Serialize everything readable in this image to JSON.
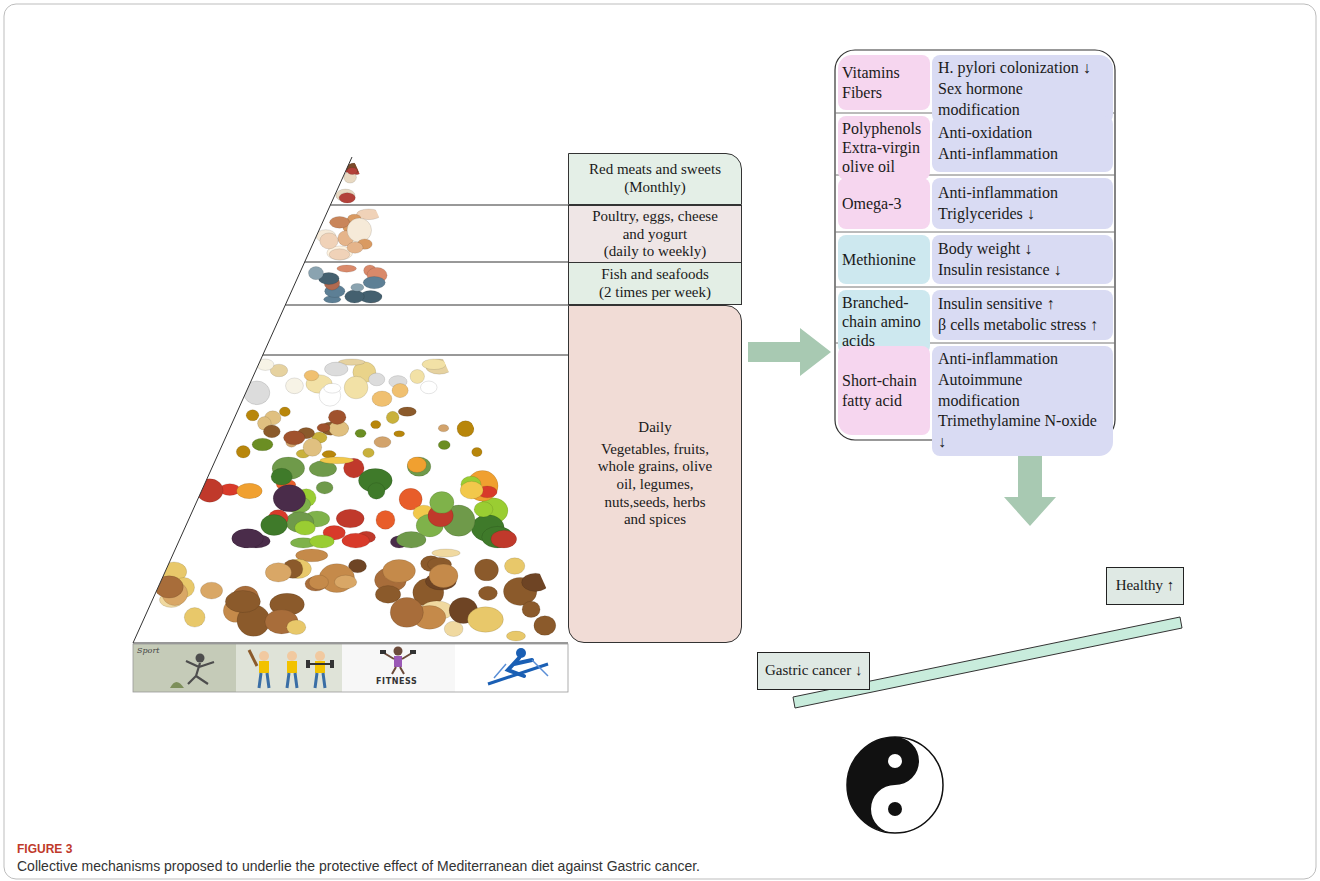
{
  "diagram": {
    "caption": "Collective mechanisms proposed to underlie the protective effect of Mediterranean diet against Gastric cancer.",
    "nodes": [
      {
        "text": [
          "Red meats and sweets",
          "(Monthly)"
        ]
      },
      {
        "text": [
          "Poultry, eggs, cheese and yogurt",
          "(daily to weekly)"
        ]
      },
      {
        "text": [
          "Fish and seafoods",
          "(2 times per week)"
        ]
      },
      {
        "text": [
          "Daily",
          "Vegetables, fruits, whole grains, olive oil, legumes, nuts,seeds, herbs and spices"
        ]
      },
      {
        "text": [
          "Vitamins",
          "Fibers"
        ]
      },
      {
        "text": [
          "H. pylori colonization ↓",
          "Sex hormone modification"
        ]
      },
      {
        "text": [
          "Polyphenols",
          "Extra-virgin olive oil"
        ]
      },
      {
        "text": [
          "Anti-oxidation",
          "Anti-inflammation"
        ]
      },
      {
        "text": [
          "Omega-3"
        ]
      },
      {
        "text": [
          "Anti-inflammation",
          "Triglycerides ↓"
        ]
      },
      {
        "text": [
          "Methionine"
        ]
      },
      {
        "text": [
          "Body weight ↓",
          "Insulin resistance ↓"
        ]
      },
      {
        "text": [
          "Branched-chain amino acids"
        ]
      },
      {
        "text": [
          "Insulin sensitive ↑",
          "β cells metabolic stress ↑"
        ]
      },
      {
        "text": [
          "Short-chain fatty acid"
        ]
      },
      {
        "text": [
          "Anti-inflammation",
          "Autoimmune modification",
          "Trimethylamine N-oxide ↓"
        ]
      },
      {
        "text": [
          "Gastric cancer ↓"
        ]
      },
      {
        "text": [
          "Healthy ↑"
        ]
      }
    ],
    "labels": [
      "Sport",
      "FITNESS",
      "FIGURE 3"
    ]
  }
}
